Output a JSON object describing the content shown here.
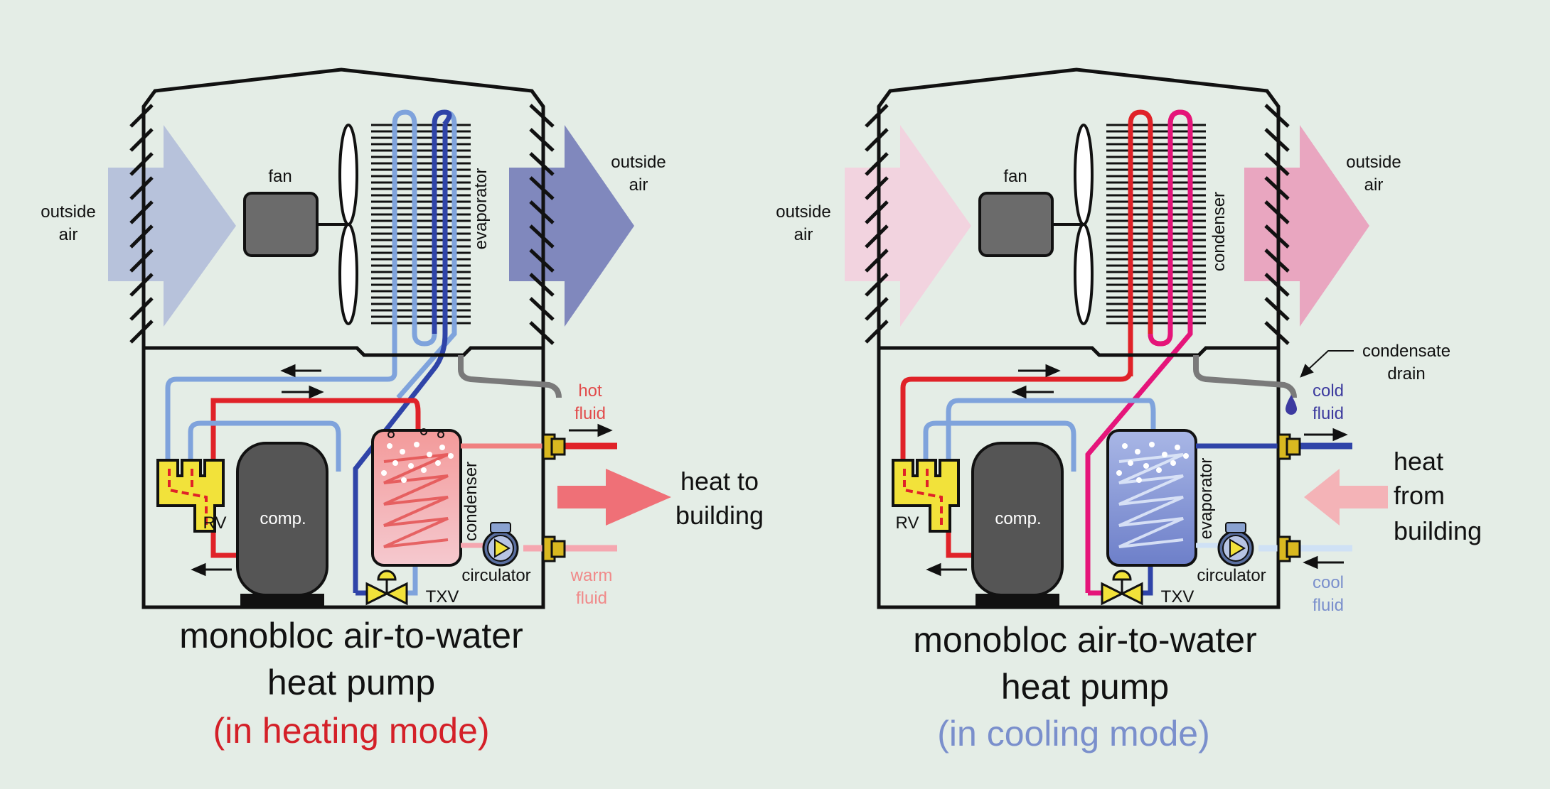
{
  "colors": {
    "background": "#e4ede6",
    "heating_red": "#d42028",
    "cooling_blue": "#7a8fcc",
    "hot_fluid_text": "#e24b4b",
    "warm_fluid_text": "#f08a8a",
    "cold_fluid_text": "#3c3a9e",
    "cool_fluid_text": "#7a8fcc",
    "refrigerant_red": "#e02228",
    "refrigerant_pink": "#e5157a",
    "refrigerant_lightblue": "#7fa3dc",
    "refrigerant_darkblue": "#2f44a8",
    "valve_yellow": "#f2e23a"
  },
  "icons": [
    "fan-icon",
    "compressor-icon",
    "reversing-valve-icon",
    "expansion-valve-icon",
    "circulator-pump-icon",
    "condensate-drop-icon"
  ],
  "heating": {
    "outside_air_in": [
      "outside",
      "air"
    ],
    "outside_air_out": [
      "outside",
      "air"
    ],
    "fan": "fan",
    "coil": "evaporator",
    "rv": "RV",
    "comp": "comp.",
    "tank": "condenser",
    "circulator": "circulator",
    "txv": "TXV",
    "hot_fluid": [
      "hot",
      "fluid"
    ],
    "warm_fluid": [
      "warm",
      "fluid"
    ],
    "heat_label": [
      "heat to",
      "building"
    ],
    "title": [
      "monobloc air-to-water",
      "heat pump"
    ],
    "mode": "(in heating mode)"
  },
  "cooling": {
    "outside_air_in": [
      "outside",
      "air"
    ],
    "outside_air_out": [
      "outside",
      "air"
    ],
    "fan": "fan",
    "coil": "condenser",
    "rv": "RV",
    "comp": "comp.",
    "tank": "evaporator",
    "circulator": "circulator",
    "txv": "TXV",
    "condensate": [
      "condensate",
      "drain"
    ],
    "cold_fluid": [
      "cold",
      "fluid"
    ],
    "cool_fluid": [
      "cool",
      "fluid"
    ],
    "heat_label": [
      "heat",
      "from",
      "building"
    ],
    "title": [
      "monobloc air-to-water",
      "heat pump"
    ],
    "mode": "(in cooling mode)"
  }
}
